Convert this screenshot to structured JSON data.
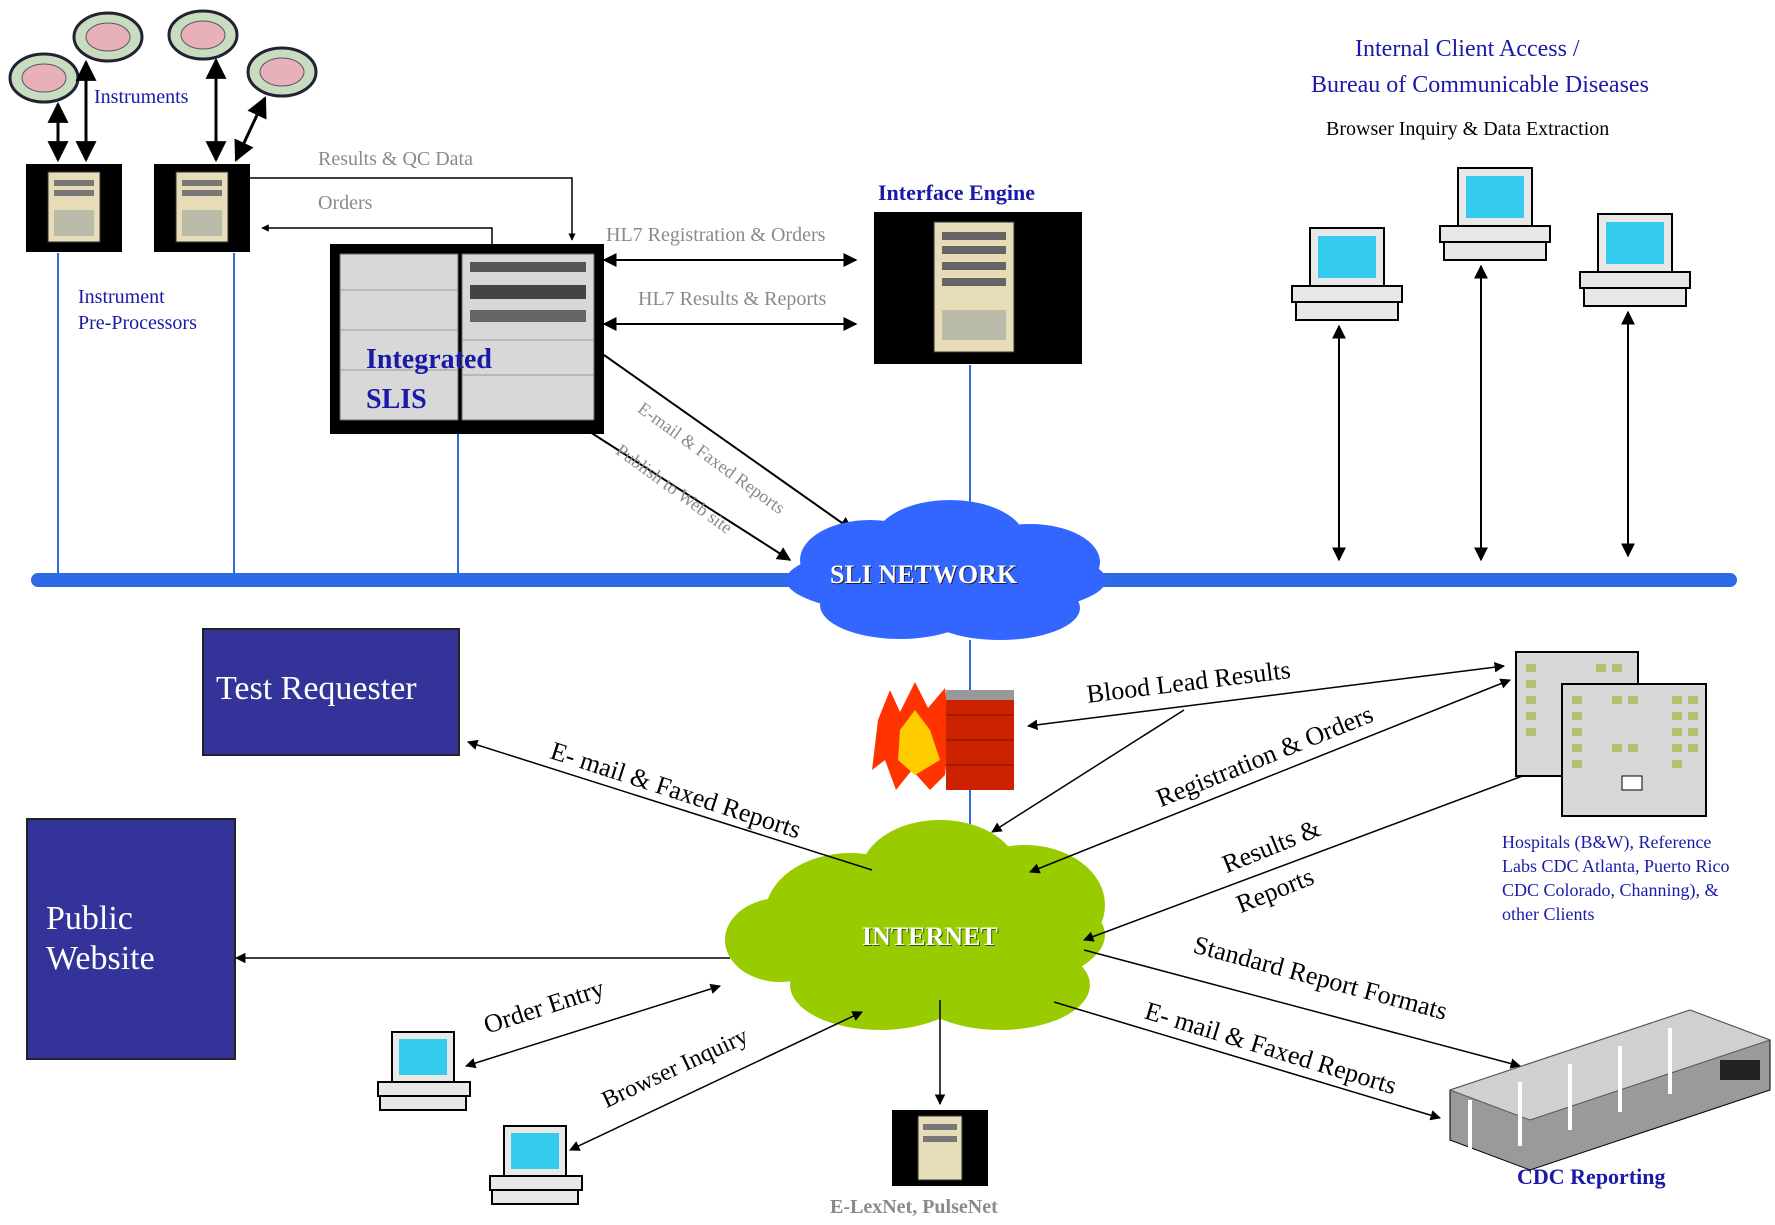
{
  "colors": {
    "network_line": "#2d6be6",
    "sli_cloud": "#3366ff",
    "internet_cloud": "#99cc00",
    "box_fill": "#333399",
    "label_blue": "#1a1aa8",
    "label_gray": "#8a8a8a",
    "screen_cyan": "#33ccee"
  },
  "top_left": {
    "instruments": "Instruments",
    "instrument_preprocessors_line1": "Instrument",
    "instrument_preprocessors_line2": "Pre-Processors",
    "results_qc": "Results & QC Data",
    "orders": "Orders"
  },
  "slis": {
    "line1": "Integrated",
    "line2": "SLIS"
  },
  "interface_engine": {
    "title": "Interface Engine",
    "hl7_registration": "HL7 Registration & Orders",
    "hl7_results": "HL7 Results & Reports"
  },
  "internal_client": {
    "line1": "Internal Client Access /",
    "line2": "Bureau of Communicable Diseases",
    "subtitle": "Browser Inquiry & Data Extraction"
  },
  "diagonal_labels": {
    "email_faxed_gray": "E-mail & Faxed Reports",
    "publish_web": "Publish to Web site"
  },
  "sli_network": "SLI NETWORK",
  "internet": "INTERNET",
  "test_requester": "Test Requester",
  "public_website_line1": "Public",
  "public_website_line2": "Website",
  "internet_arrows": {
    "email_faxed": "E- mail & Faxed Reports",
    "order_entry": "Order Entry",
    "browser_inquiry": "Browser  Inquiry",
    "blood_lead": "Blood Lead Results",
    "registration_orders": "Registration & Orders",
    "results_reports_1": "Results &",
    "results_reports_2": "Reports",
    "standard_formats": "Standard Report Formats",
    "email_faxed_cdc": "E- mail & Faxed Reports"
  },
  "hospitals": {
    "line1": "Hospitals (B&W), Reference",
    "line2": "Labs CDC Atlanta, Puerto Rico",
    "line3": "CDC Colorado, Channing), &",
    "line4": "other Clients"
  },
  "cdc_reporting": "CDC Reporting",
  "elexnet": "E-LexNet, PulseNet"
}
